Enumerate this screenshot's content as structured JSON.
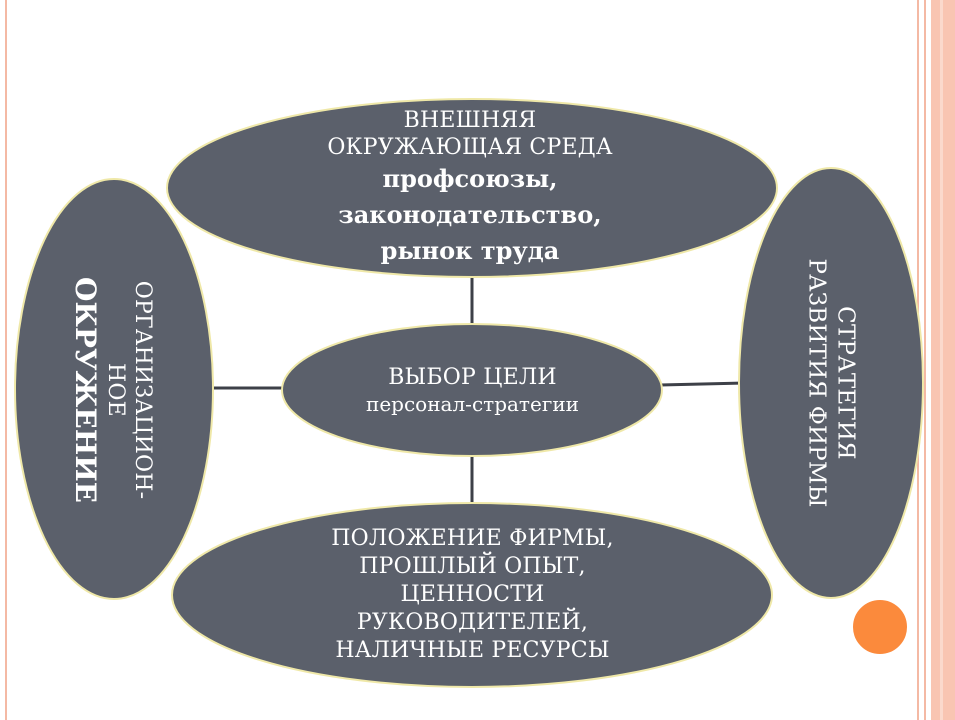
{
  "colors": {
    "node_fill": "#5b606b",
    "node_border": "#efe8a8",
    "connector": "#3d4048",
    "frame": "#f4b9a4",
    "accent_dot": "#fb8a3c"
  },
  "diagram": {
    "top_node": {
      "line1": "ВНЕШНЯЯ",
      "line2": "ОКРУЖАЮЩАЯ СРЕДА",
      "line3": "профсоюзы,",
      "line4": "законодательство,",
      "line5": "рынок труда"
    },
    "center_node": {
      "line1": "ВЫБОР ЦЕЛИ",
      "line2": "персонал-стратегии"
    },
    "bottom_node": {
      "line1": "ПОЛОЖЕНИЕ ФИРМЫ,",
      "line2": "ПРОШЛЫЙ ОПЫТ,",
      "line3": "ЦЕННОСТИ",
      "line4": "РУКОВОДИТЕЛЕЙ,",
      "line5": "НАЛИЧНЫЕ РЕСУРСЫ"
    },
    "left_node": {
      "line1": "ОРГАНИЗАЦИОН-",
      "line2": "НОЕ",
      "line3": "ОКРУЖЕНИЕ"
    },
    "right_node": {
      "line1": "СТРАТЕГИЯ",
      "line2": "РАЗВИТИЯ ФИРМЫ"
    }
  }
}
